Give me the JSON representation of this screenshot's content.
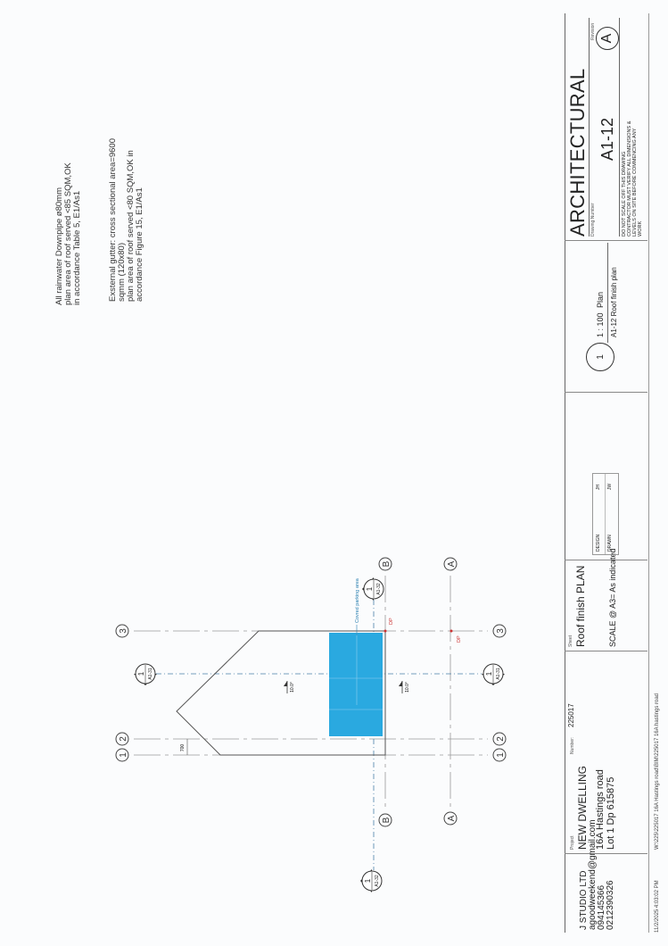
{
  "notes": {
    "downpipe": [
      "All rainwater Downpipe ø80mm",
      "plan area of roof served  <85 SQM,OK",
      "in accordance Table 5, E1/As1"
    ],
    "gutter": [
      "Exsternal gutter: cross sectional area=9600",
      "sqmm (120x80)",
      "plan area of roof served <80 SQM,OK  in",
      "accordance Figure 15, E1/As1"
    ]
  },
  "drawing": {
    "grid_labels": {
      "g1": "1",
      "g2": "2",
      "g3": "3",
      "gA": "A",
      "gB": "B"
    },
    "section_31": {
      "num": "1",
      "ref": "A1-31"
    },
    "section_32": {
      "num": "1",
      "ref": "A1-32"
    },
    "covered_area_label": "Covred parking area",
    "downpipe_label": "DP",
    "fall_label": "10.0°",
    "dimension": "700",
    "fill_color": "#2aa9e0"
  },
  "title_block": {
    "company": {
      "name": "J STUDIO LTD",
      "email": "agoodweekend@gmail.com",
      "phone1": "094145366",
      "phone2": "0212390326"
    },
    "project": {
      "label": "Project",
      "number_label": "Number:",
      "number": "225017",
      "name": "NEW DWELLING",
      "address": "16A Hastings road",
      "lot": "Lot 1 Dp 615875"
    },
    "sheet": {
      "label": "Sheet",
      "title": "Roof finish PLAN",
      "scale": "SCALE @ A3= As indicated"
    },
    "people": {
      "design_label": "DESIGN",
      "design": "JH",
      "drawn_label": "DRAWN",
      "drawn": "JW"
    },
    "view": {
      "number": "1",
      "scale": "1 : 100",
      "type": "Plan",
      "name": "A1-12 Roof finish plan"
    },
    "discipline": "ARCHITECTURAL",
    "drawing_number_label": "Drawing Number",
    "drawing_number": "A1-12",
    "revision_label": "Revision",
    "revision": "A",
    "disclaimer": [
      "DO NOT SCALE OFF THIS DRAWING",
      "CONTRACTOR MUST VERIFY ALL DIMENSIONS &",
      "LEVELS ON SITE BEFORE COMMENCING ANY",
      "WORK"
    ]
  },
  "footer": {
    "timestamp": "11/2/2025 4:03:02 PM",
    "path": "W:\\225\\225017 16A Hastings road\\BIM\\225017 16A hastings road"
  }
}
